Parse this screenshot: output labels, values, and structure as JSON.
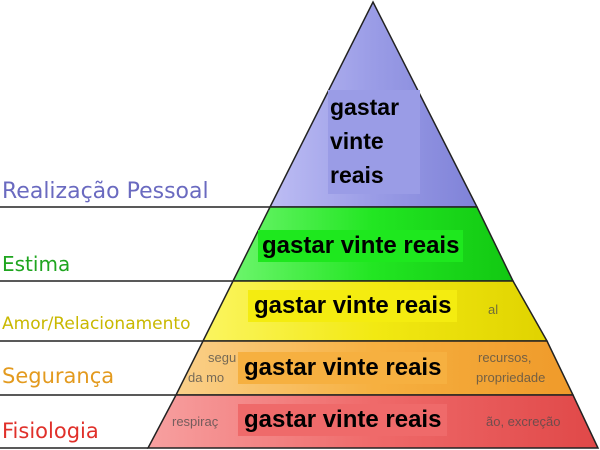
{
  "levels": [
    {
      "id": "realizacao",
      "label": "Realização Pessoal",
      "label_color": "#6a6ac0",
      "fill": "#9a9ce6"
    },
    {
      "id": "estima",
      "label": "Estima",
      "label_color": "#1fa51f",
      "fill": "#1ee81e"
    },
    {
      "id": "amor",
      "label": "Amor/Relacionamento",
      "label_color": "#c9b800",
      "fill": "#f4ec10"
    },
    {
      "id": "seguranca",
      "label": "Segurança",
      "label_color": "#e39a1e",
      "fill": "#f6b040"
    },
    {
      "id": "fisiologia",
      "label": "Fisiologia",
      "label_color": "#e0302a",
      "fill": "#ef6a6a"
    }
  ],
  "overlay_text": "gastar vinte reais",
  "overlay_top_lines": [
    "gastar",
    "vinte",
    "reais"
  ],
  "obscured_fragments": {
    "seguranca_left": "segu",
    "seguranca_left2": "da mo",
    "seguranca_right": "recursos,",
    "seguranca_right2": "propriedade",
    "amor_right": "al",
    "fisiologia_left": "respiraç",
    "fisiologia_right": "ão, excreção"
  }
}
